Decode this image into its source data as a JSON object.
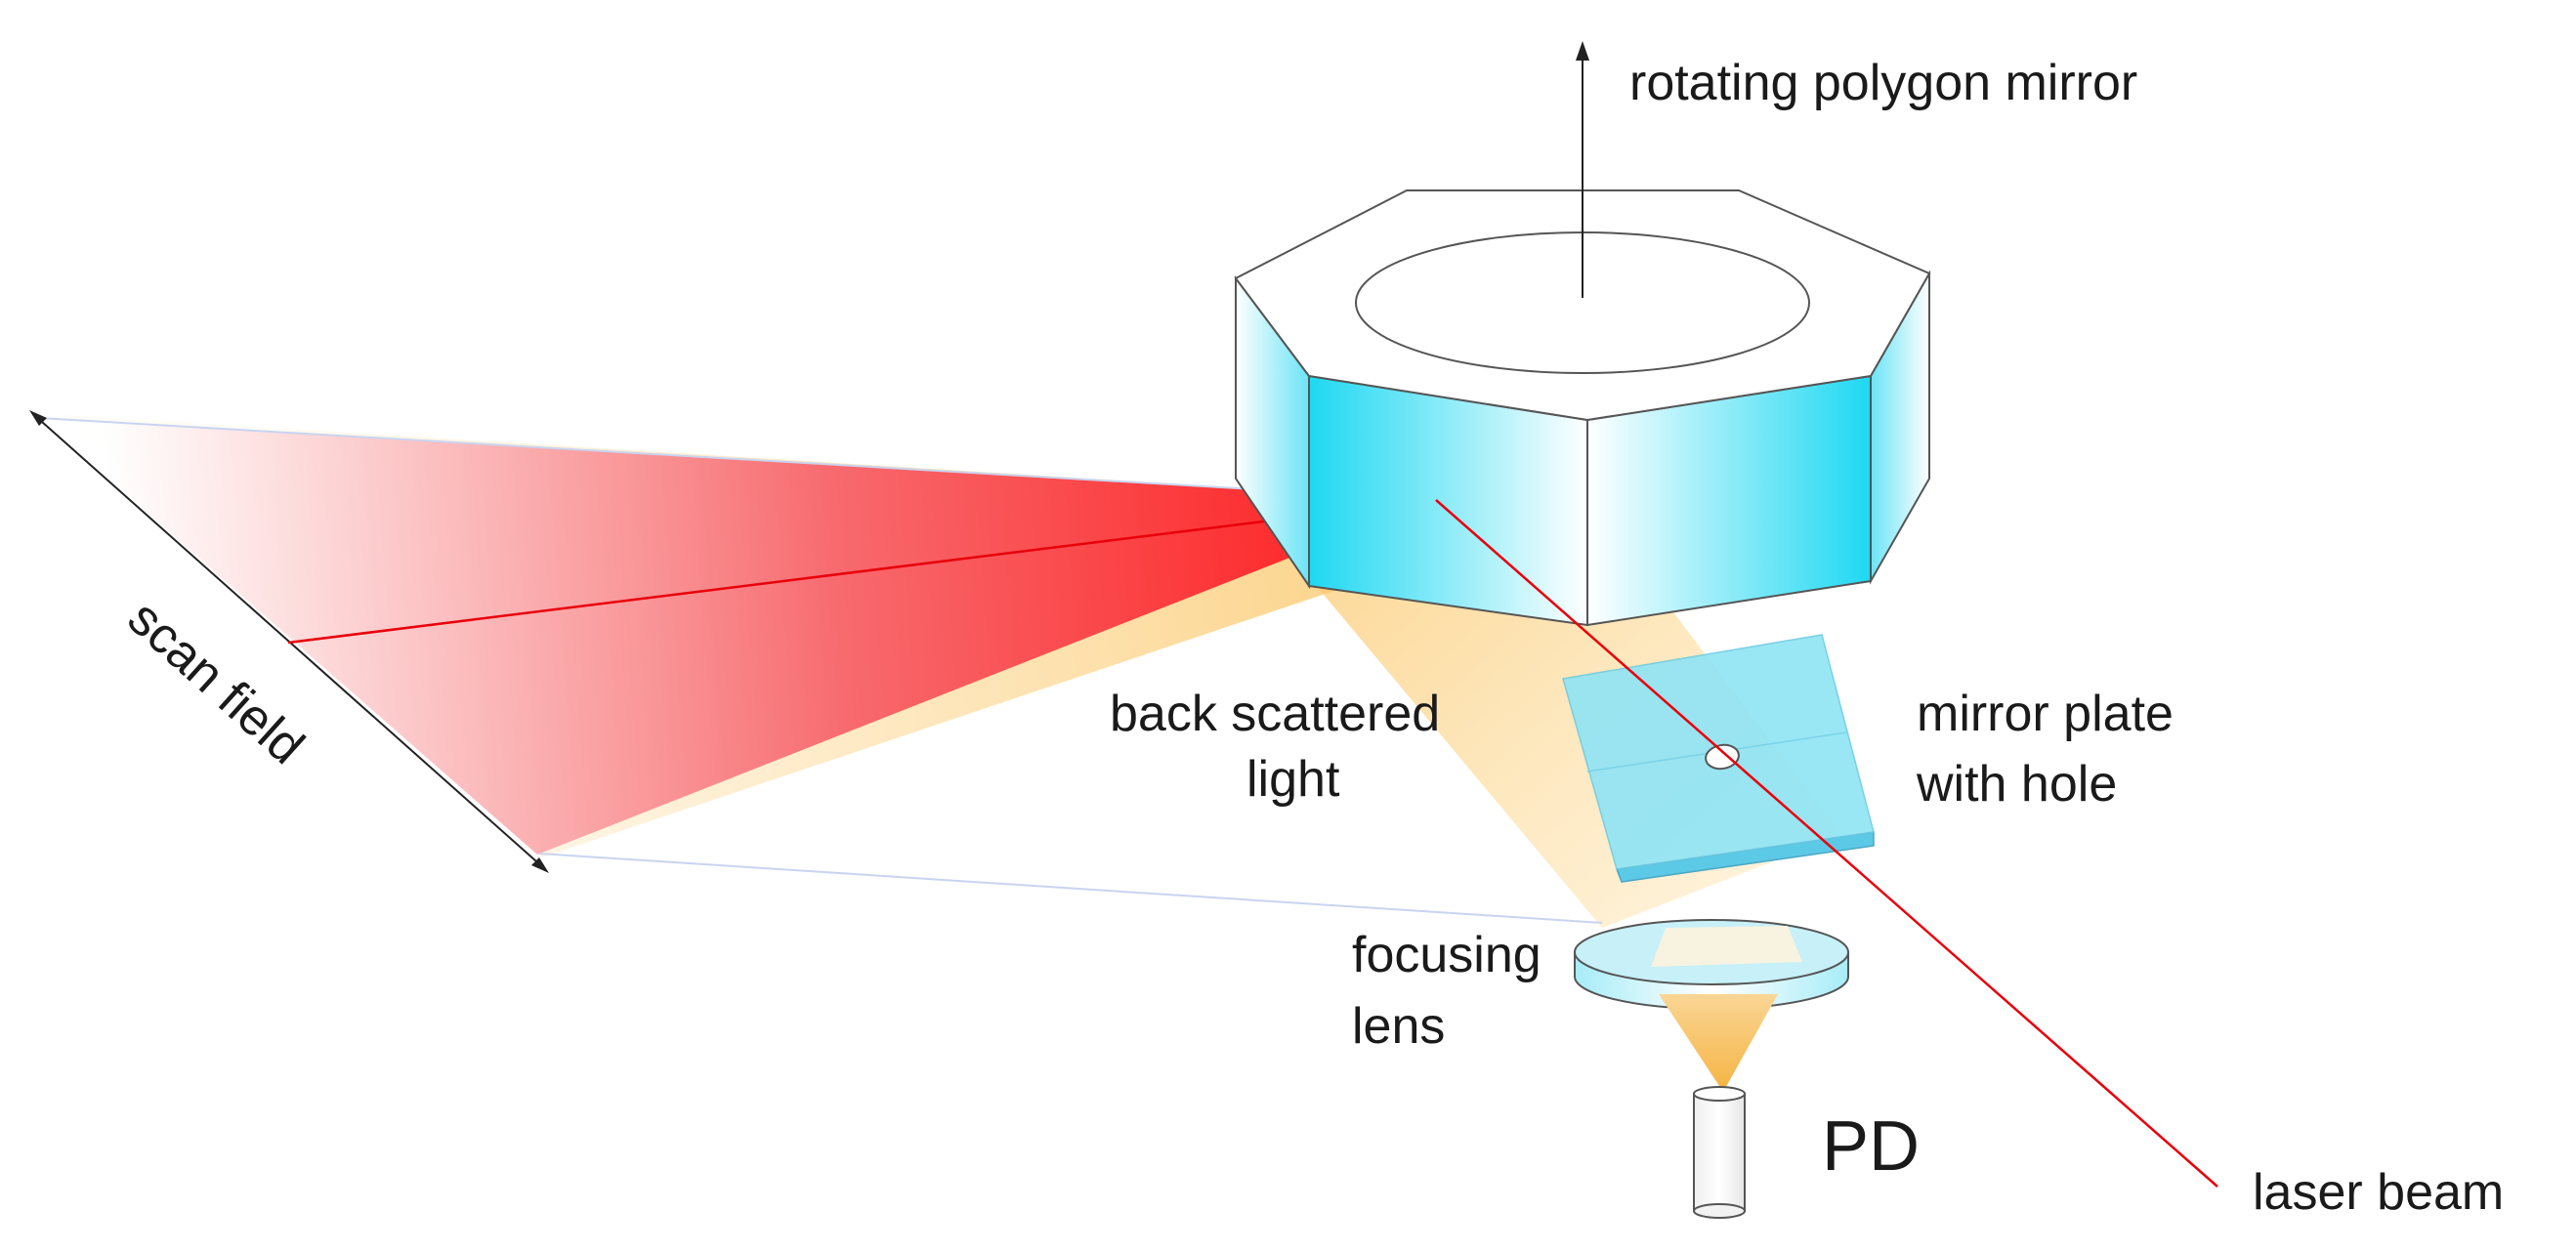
{
  "labels": {
    "rotating_polygon_mirror": "rotating polygon mirror",
    "scan_field": "scan field",
    "back_scattered_line1": "back scattered",
    "back_scattered_line2": "light",
    "mirror_plate_line1": "mirror plate",
    "mirror_plate_line2": "with hole",
    "focusing_lens_line1": "focusing",
    "focusing_lens_line2": "lens",
    "photodetector": "PD",
    "laser_beam": "laser beam"
  },
  "colors": {
    "laser": "#e8000b",
    "mirror_face": "#1ed8f2",
    "mirror_plate": "#8fe4f5",
    "scattered_light": "#fbc25a",
    "outline": "#555555"
  }
}
